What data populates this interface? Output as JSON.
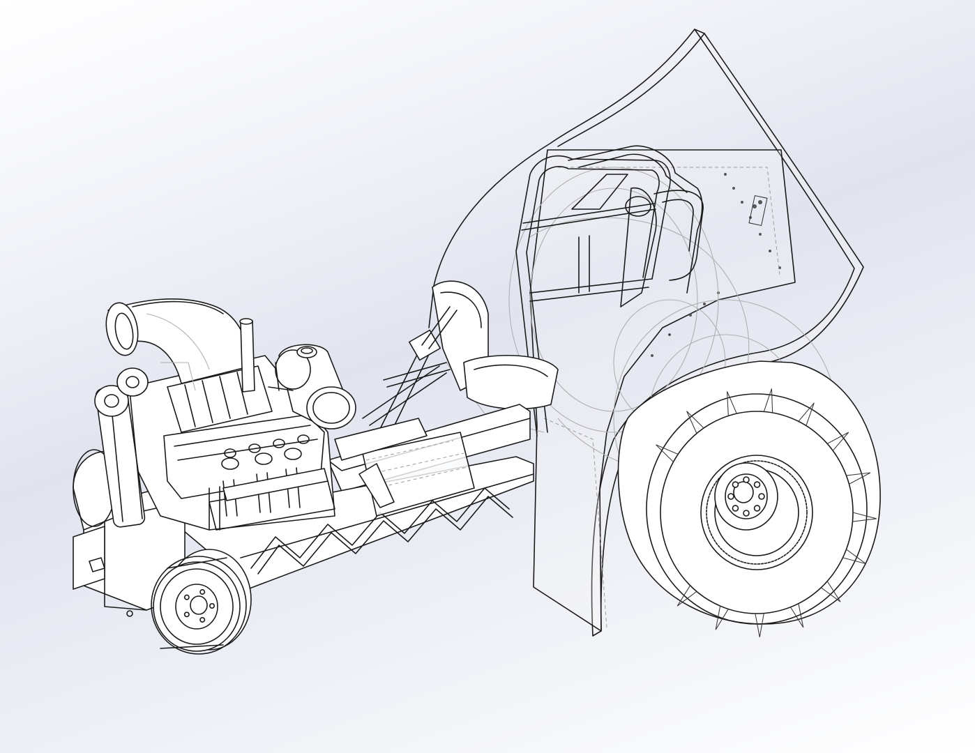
{
  "view": {
    "background_top": "#ffffff",
    "background_mid": "#e1e4ef",
    "line_color": "#1a1a1a",
    "hidden_line_color": "#9c9c9c"
  },
  "model": {
    "parts": [
      "fender",
      "roll-cage",
      "seat",
      "steering-column",
      "engine-block",
      "air-scoop",
      "supercharger-belt",
      "exhaust-headers",
      "fuel-tank",
      "chassis-frame",
      "truss-bracing",
      "front-axle",
      "front-wheel",
      "rear-wheel",
      "rear-hub"
    ],
    "rear_tire_lugs": 14,
    "rear_hub_bolts": 8,
    "front_hub_bolts": 5
  }
}
